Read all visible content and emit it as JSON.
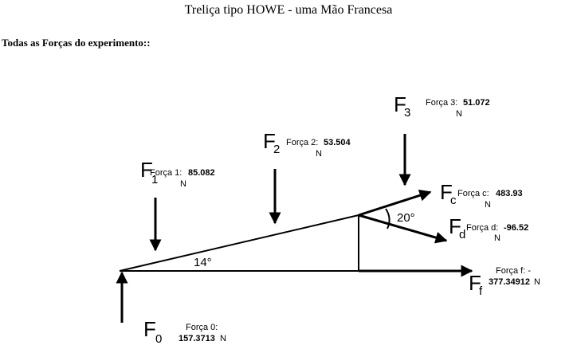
{
  "title": "Treliça tipo HOWE - uma Mão Francesa",
  "heading": "Todas as Forças do experimento::",
  "unit": "N",
  "angles": {
    "base": "14°",
    "brace": "20°"
  },
  "forces": {
    "f0": {
      "symbol": "F",
      "subscript": "0",
      "label": "Força 0:",
      "value": "157.3713"
    },
    "f1": {
      "symbol": "F",
      "subscript": "1",
      "label": "Força 1:",
      "value": "85.082"
    },
    "f2": {
      "symbol": "F",
      "subscript": "2",
      "label": "Força 2:",
      "value": "53.504"
    },
    "f3": {
      "symbol": "F",
      "subscript": "3",
      "label": "Força 3:",
      "value": "51.072"
    },
    "fc": {
      "symbol": "F",
      "subscript": "c",
      "label": "Força c:",
      "value": "483.93"
    },
    "fd": {
      "symbol": "F",
      "subscript": "d",
      "label": "Força d:",
      "value": "-96.52"
    },
    "ff": {
      "symbol": "F",
      "subscript": "f",
      "label": "Força f: -",
      "value": "377.34912"
    }
  }
}
